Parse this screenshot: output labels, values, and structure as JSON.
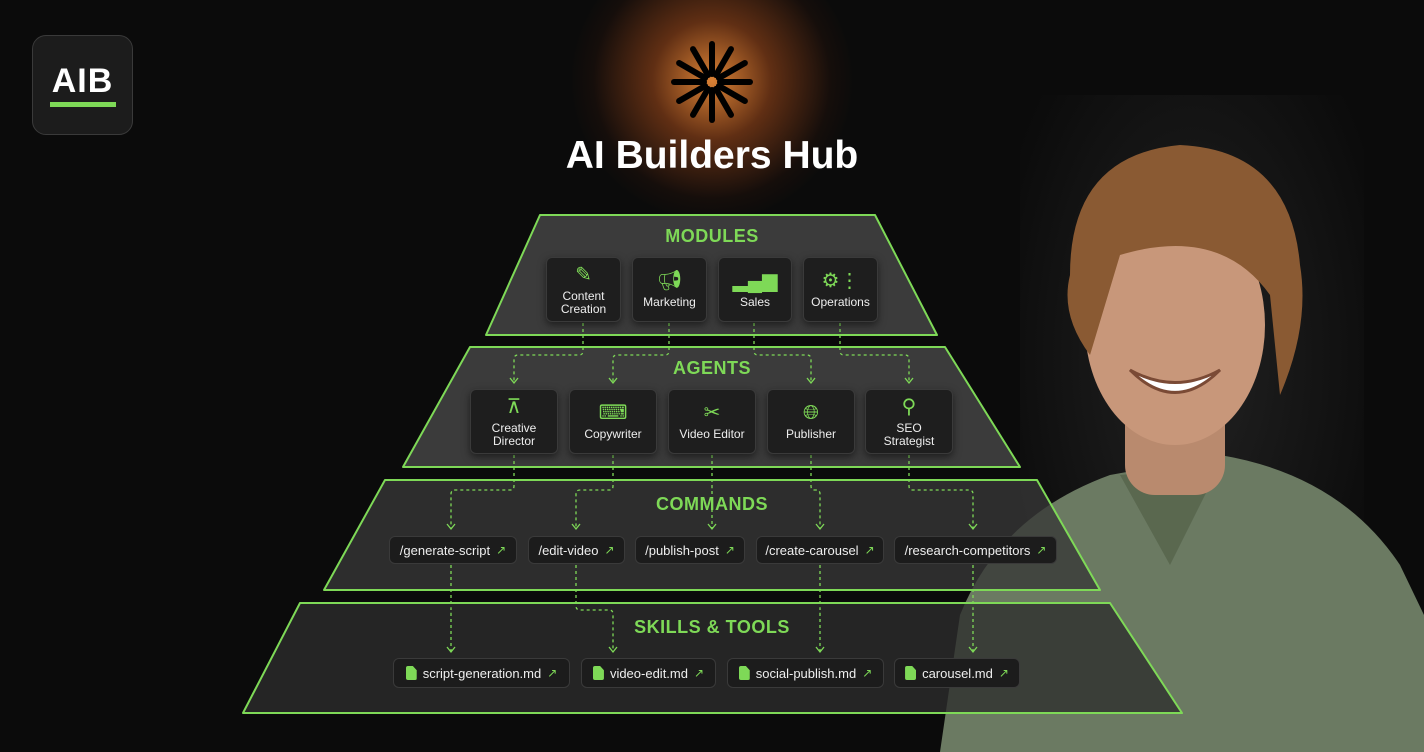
{
  "brand": {
    "logo_text": "AIB",
    "title": "AI Builders Hub",
    "accent": "#7ed957"
  },
  "layers": {
    "modules": {
      "label": "MODULES",
      "items": [
        {
          "label": "Content\nCreation",
          "icon": "edit-document-icon"
        },
        {
          "label": "Marketing",
          "icon": "megaphone-icon"
        },
        {
          "label": "Sales",
          "icon": "handshake-icon"
        },
        {
          "label": "Operations",
          "icon": "workflow-icon"
        }
      ]
    },
    "agents": {
      "label": "AGENTS",
      "items": [
        {
          "label": "Creative\nDirector",
          "icon": "director-chair-icon"
        },
        {
          "label": "Copywriter",
          "icon": "typewriter-icon"
        },
        {
          "label": "Video Editor",
          "icon": "film-scissors-icon"
        },
        {
          "label": "Publisher",
          "icon": "globe-upload-icon"
        },
        {
          "label": "SEO\nStrategist",
          "icon": "magnifier-icon"
        }
      ]
    },
    "commands": {
      "label": "COMMANDS",
      "items": [
        "/generate-script",
        "/edit-video",
        "/publish-post",
        "/create-carousel",
        "/research-competitors"
      ]
    },
    "skills": {
      "label": "SKILLS & TOOLS",
      "items": [
        "script-generation.md",
        "video-edit.md",
        "social-publish.md",
        "carousel.md"
      ]
    }
  }
}
